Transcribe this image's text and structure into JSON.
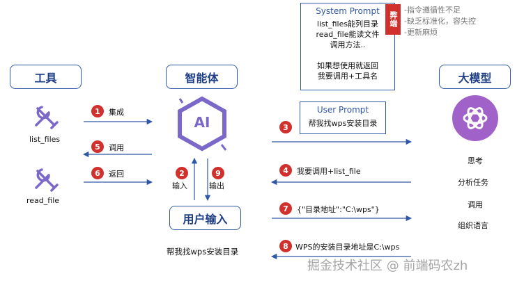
{
  "headers": {
    "tools": "工具",
    "agent": "智能体",
    "model": "大模型",
    "user_input": "用户输入"
  },
  "tools": [
    {
      "name": "list_files"
    },
    {
      "name": "read_file"
    }
  ],
  "agent_icon_text": "AI",
  "system_prompt": {
    "title": "System Prompt",
    "lines": [
      "list_files能列目录",
      "read_file能读文件",
      "调用方法..",
      "",
      "如果想使用就返回",
      "我要调用+工具名"
    ]
  },
  "downside": {
    "tag": "弊端",
    "notes": [
      "-指令遵循性不足",
      "-缺乏标准化，容失控",
      "-更新麻烦"
    ]
  },
  "user_prompt": {
    "title": "User Prompt",
    "body": "帮我找wps安装目录"
  },
  "model_capabilities": [
    "思考",
    "分析任务",
    "调用",
    "组织语言"
  ],
  "user_query": "帮我找wps安装目录",
  "steps": [
    {
      "num": "1",
      "label": "集成"
    },
    {
      "num": "5",
      "label": "调用"
    },
    {
      "num": "6",
      "label": "返回"
    },
    {
      "num": "2",
      "label": "输入"
    },
    {
      "num": "9",
      "label": "输出"
    },
    {
      "num": "3",
      "label": ""
    },
    {
      "num": "4",
      "label": "我要调用+list_file"
    },
    {
      "num": "7",
      "label": "{\"目录地址\":\"C:\\wps\"}"
    },
    {
      "num": "8",
      "label": "WPS的安装目录地址是C:\\wps"
    }
  ],
  "watermark": "掘金技术社区 @ 前端码农zh",
  "colors": {
    "accent": "#2e57a6",
    "badge": "#d0312d",
    "icon": "#7b68c8"
  }
}
